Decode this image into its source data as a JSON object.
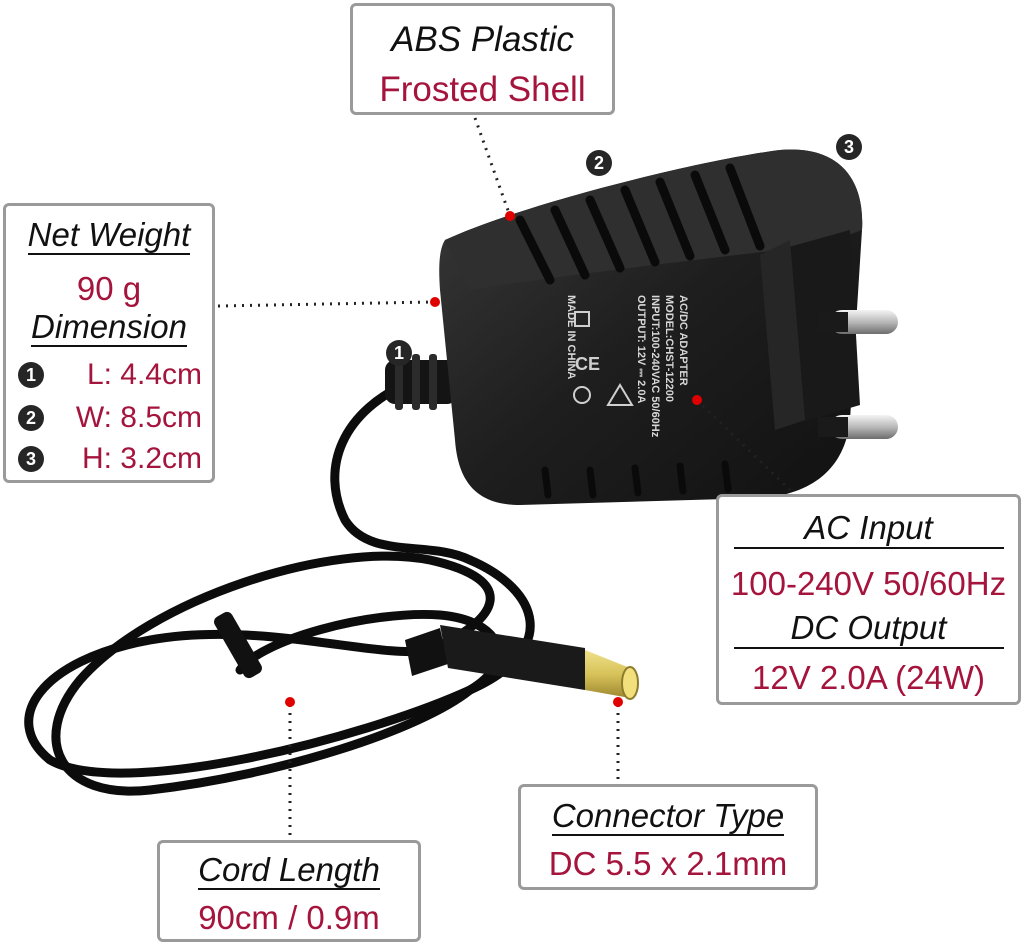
{
  "callouts": {
    "material": {
      "title": "ABS Plastic",
      "value": "Frosted Shell"
    },
    "weight": {
      "title": "Net Weight",
      "value": "90 g",
      "dimension_title": "Dimension",
      "dimensions": [
        {
          "marker": "1",
          "text": "L: 4.4cm"
        },
        {
          "marker": "2",
          "text": "W: 8.5cm"
        },
        {
          "marker": "3",
          "text": "H: 3.2cm"
        }
      ]
    },
    "power": {
      "input_title": "AC Input",
      "input_value": "100-240V 50/60Hz",
      "output_title": "DC Output",
      "output_value": "12V 2.0A (24W)"
    },
    "connector": {
      "title": "Connector Type",
      "value": "DC 5.5 x 2.1mm"
    },
    "cord": {
      "title": "Cord Length",
      "value": "90cm / 0.9m"
    }
  },
  "markers": {
    "m1": "1",
    "m2": "2",
    "m3": "3"
  },
  "label": {
    "line1": "AC/DC ADAPTER",
    "line2": "MODEL:CHST-12200",
    "line3": "INPUT:100-240VAC 50/60Hz",
    "line4": "OUTPUT: 12V ⎓ 2.0A",
    "line5": "MADE IN CHINA"
  },
  "colors": {
    "accent": "#a5143c",
    "border": "#9a9a9a",
    "pointer": "#e00000",
    "body": "#1b1b1b"
  }
}
